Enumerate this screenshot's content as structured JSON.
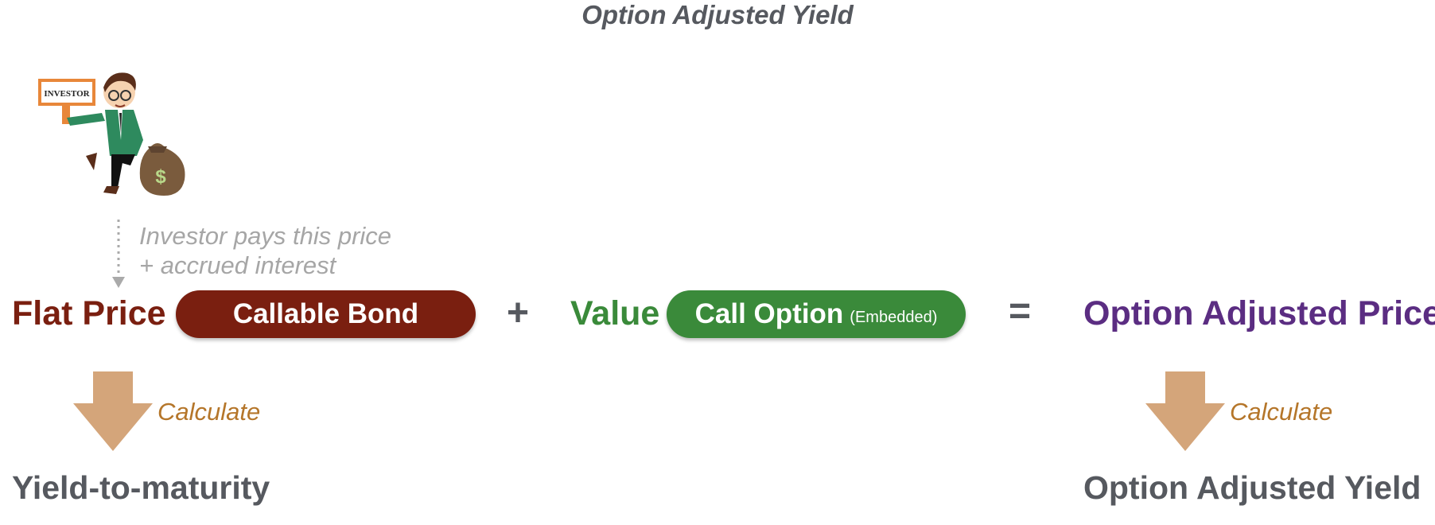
{
  "title": "Option Adjusted Yield",
  "investor": {
    "sign_label": "INVESTOR",
    "money_bag_symbol": "$",
    "note_line1": "Investor pays this price",
    "note_line2": "+ accrued interest"
  },
  "equation": {
    "flat_price": "Flat Price",
    "callable_bond": "Callable Bond",
    "plus": "+",
    "value": "Value",
    "call_option": "Call Option",
    "call_option_qualifier": "(Embedded)",
    "equals": "=",
    "option_adjusted_price": "Option Adjusted Price"
  },
  "outputs": {
    "calculate_left": "Calculate",
    "calculate_right": "Calculate",
    "yield_to_maturity": "Yield-to-maturity",
    "option_adjusted_yield": "Option Adjusted Yield"
  },
  "colors": {
    "bond": "#7a1f10",
    "option": "#3a8a3a",
    "adjusted_price": "#5b2d82",
    "arrow": "#d4a57a",
    "calculate_text": "#b5762a",
    "text_gray": "#56595f",
    "note_gray": "#a6a6a6"
  }
}
